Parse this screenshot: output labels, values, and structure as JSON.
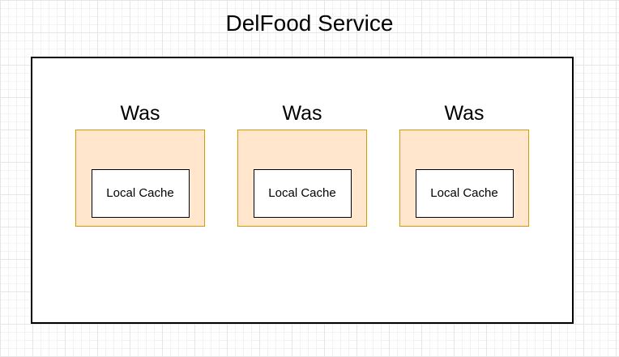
{
  "diagram": {
    "title": "DelFood Service",
    "container": {
      "name": "service-boundary"
    },
    "nodes": [
      {
        "label": "Was",
        "inner_label": "Local Cache"
      },
      {
        "label": "Was",
        "inner_label": "Local Cache"
      },
      {
        "label": "Was",
        "inner_label": "Local Cache"
      }
    ],
    "colors": {
      "grid_minor": "#f2f2f2",
      "grid_major": "#e6e6e6",
      "node_fill": "#ffe6cc",
      "node_border": "#d79b00",
      "inner_fill": "#ffffff",
      "inner_border": "#000000",
      "container_border": "#000000",
      "text_color": "#000000"
    }
  }
}
